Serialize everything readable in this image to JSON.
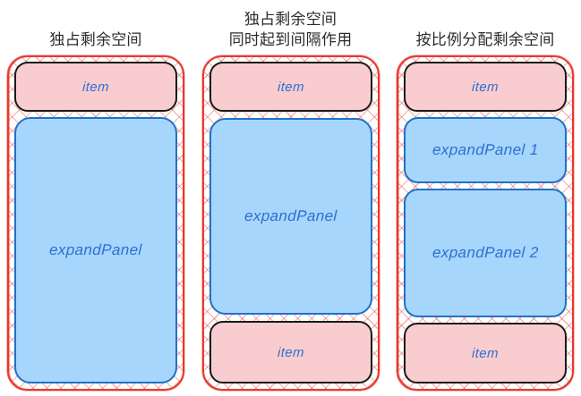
{
  "columns": [
    {
      "title_lines": [
        "独占剩余空间"
      ],
      "boxes": [
        {
          "kind": "item",
          "label": "item"
        },
        {
          "kind": "panel",
          "label": "expandPanel"
        }
      ]
    },
    {
      "title_lines": [
        "独占剩余空间",
        "同时起到间隔作用"
      ],
      "boxes": [
        {
          "kind": "item",
          "label": "item"
        },
        {
          "kind": "panel",
          "label": "expandPanel"
        },
        {
          "kind": "item",
          "label": "item"
        }
      ]
    },
    {
      "title_lines": [
        "按比例分配剩余空间"
      ],
      "boxes": [
        {
          "kind": "item",
          "label": "item"
        },
        {
          "kind": "panel",
          "label": "expandPanel 1"
        },
        {
          "kind": "panel",
          "label": "expandPanel 2"
        },
        {
          "kind": "item",
          "label": "item"
        }
      ]
    }
  ],
  "colors": {
    "item_fill": "#f9cdd0",
    "item_stroke": "#1a1a1a",
    "panel_fill": "#a7d6fd",
    "panel_stroke": "#1f72c6",
    "container_stroke": "#e8392f",
    "label_text": "#2f6fd0",
    "title_text": "#2b2b2b",
    "background": "#ffffff"
  }
}
